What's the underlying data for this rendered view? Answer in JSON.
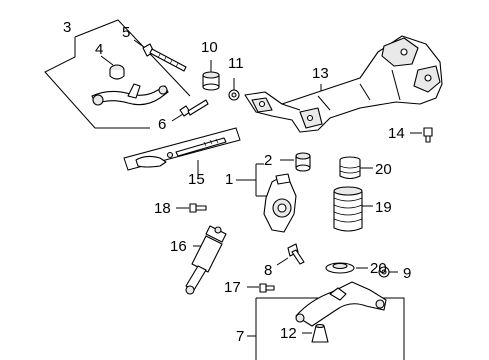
{
  "diagram": {
    "callouts": [
      {
        "id": "1",
        "label": "1"
      },
      {
        "id": "2",
        "label": "2"
      },
      {
        "id": "3",
        "label": "3"
      },
      {
        "id": "4",
        "label": "4"
      },
      {
        "id": "5",
        "label": "5"
      },
      {
        "id": "6",
        "label": "6"
      },
      {
        "id": "7",
        "label": "7"
      },
      {
        "id": "8",
        "label": "8"
      },
      {
        "id": "9",
        "label": "9"
      },
      {
        "id": "10",
        "label": "10"
      },
      {
        "id": "11",
        "label": "11"
      },
      {
        "id": "12",
        "label": "12"
      },
      {
        "id": "13",
        "label": "13"
      },
      {
        "id": "14",
        "label": "14"
      },
      {
        "id": "15",
        "label": "15"
      },
      {
        "id": "16",
        "label": "16"
      },
      {
        "id": "17",
        "label": "17"
      },
      {
        "id": "18",
        "label": "18"
      },
      {
        "id": "19",
        "label": "19"
      },
      {
        "id": "20a",
        "label": "20"
      },
      {
        "id": "20b",
        "label": "20"
      }
    ]
  }
}
